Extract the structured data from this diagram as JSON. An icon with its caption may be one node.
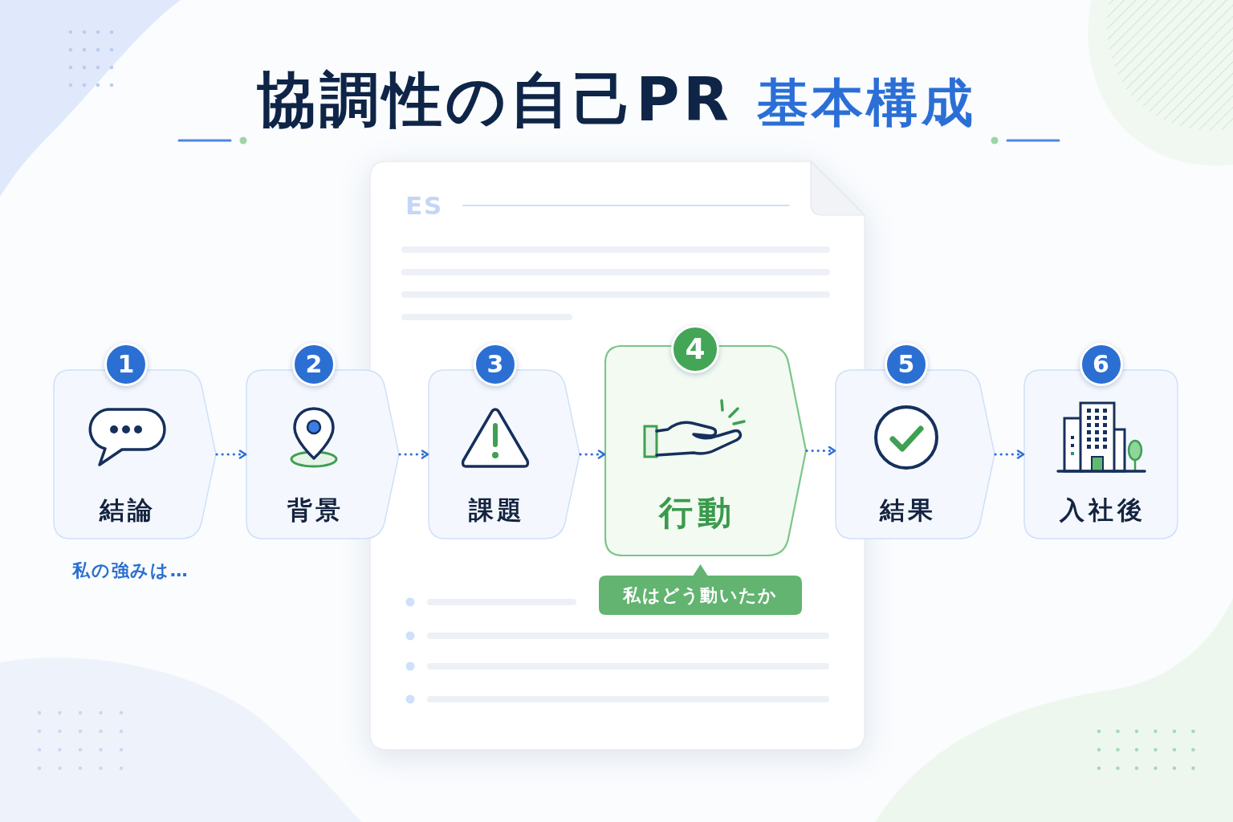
{
  "diagram": {
    "title": "協調性の自己PR 基本構成",
    "nodes": [
      {
        "text": [
          "ES"
        ]
      },
      {
        "text": [
          "1",
          "結論"
        ],
        "beside": [
          "私の強みは…"
        ]
      },
      {
        "text": [
          "2",
          "背景"
        ]
      },
      {
        "text": [
          "3",
          "課題"
        ],
        "in": 0
      },
      {
        "text": [
          "4",
          "行動"
        ],
        "in": 0
      },
      {
        "text": [
          "私はどう動いたか"
        ],
        "in": 0
      },
      {
        "text": [
          "5",
          "結果"
        ]
      },
      {
        "text": [
          "6",
          "入社後"
        ]
      }
    ],
    "edges": [
      {
        "from": 1,
        "to": 2,
        "arrow": "to",
        "style": "dashed"
      },
      {
        "from": 2,
        "to": 3,
        "arrow": "to",
        "style": "dashed"
      },
      {
        "from": 3,
        "to": 4,
        "arrow": "to",
        "style": "dashed"
      },
      {
        "from": 4,
        "to": 6,
        "arrow": "to",
        "style": "dashed"
      },
      {
        "from": 6,
        "to": 7,
        "arrow": "to",
        "style": "dashed"
      }
    ]
  }
}
